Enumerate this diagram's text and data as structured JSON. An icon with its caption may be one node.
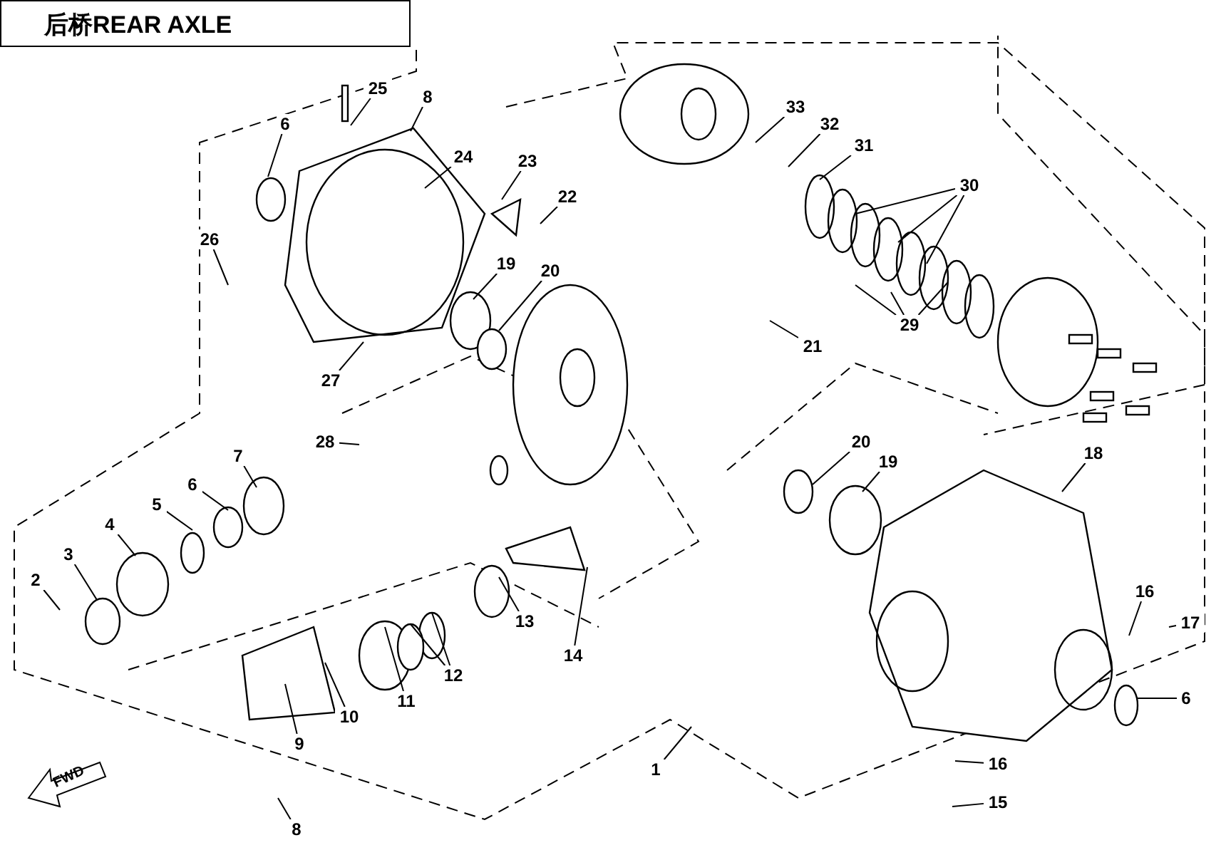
{
  "diagram": {
    "title": "后桥REAR AXLE",
    "nodes": [
      {
        "text": [
          "25"
        ]
      },
      {
        "text": [
          "8"
        ]
      },
      {
        "text": [
          "6"
        ]
      },
      {
        "text": [
          "24"
        ]
      },
      {
        "text": [
          "23"
        ]
      },
      {
        "text": [
          "22"
        ]
      },
      {
        "text": [
          "26"
        ]
      },
      {
        "text": [
          "19"
        ]
      },
      {
        "text": [
          "20"
        ]
      },
      {
        "text": [
          "27"
        ]
      },
      {
        "text": [
          "28"
        ]
      },
      {
        "text": [
          "33"
        ]
      },
      {
        "text": [
          "32"
        ]
      },
      {
        "text": [
          "31"
        ]
      },
      {
        "text": [
          "30"
        ]
      },
      {
        "text": [
          "29"
        ]
      },
      {
        "text": [
          "21"
        ]
      },
      {
        "text": [
          "18"
        ]
      },
      {
        "text": [
          "20"
        ]
      },
      {
        "text": [
          "19"
        ]
      },
      {
        "text": [
          "7"
        ]
      },
      {
        "text": [
          "6"
        ]
      },
      {
        "text": [
          "5"
        ]
      },
      {
        "text": [
          "4"
        ]
      },
      {
        "text": [
          "3"
        ]
      },
      {
        "text": [
          "2"
        ]
      },
      {
        "text": [
          "16"
        ]
      },
      {
        "text": [
          "17"
        ]
      },
      {
        "text": [
          "13"
        ]
      },
      {
        "text": [
          "14"
        ]
      },
      {
        "text": [
          "12"
        ]
      },
      {
        "text": [
          "11"
        ]
      },
      {
        "text": [
          "6"
        ]
      },
      {
        "text": [
          "10"
        ]
      },
      {
        "text": [
          "9"
        ]
      },
      {
        "text": [
          "1"
        ]
      },
      {
        "text": [
          "16"
        ]
      },
      {
        "text": [
          "15"
        ]
      },
      {
        "text": [
          "8"
        ]
      }
    ],
    "edges": [
      {
        "from": 0,
        "to": null,
        "arrow": "none"
      },
      {
        "from": 1,
        "to": null,
        "arrow": "none"
      },
      {
        "from": 2,
        "to": null,
        "arrow": "none"
      },
      {
        "from": 3,
        "to": null,
        "arrow": "none"
      },
      {
        "from": 4,
        "to": null,
        "arrow": "none"
      },
      {
        "from": 5,
        "to": null,
        "arrow": "none"
      },
      {
        "from": 6,
        "to": null,
        "arrow": "none"
      },
      {
        "from": 7,
        "to": null,
        "arrow": "none"
      },
      {
        "from": 8,
        "to": null,
        "arrow": "none"
      },
      {
        "from": 9,
        "to": null,
        "arrow": "none"
      },
      {
        "from": 10,
        "to": null,
        "arrow": "none"
      },
      {
        "from": 11,
        "to": null,
        "arrow": "none"
      },
      {
        "from": 12,
        "to": null,
        "arrow": "none"
      },
      {
        "from": 13,
        "to": null,
        "arrow": "none"
      },
      {
        "from": 14,
        "to": null,
        "arrow": "none"
      },
      {
        "from": 14,
        "to": null,
        "arrow": "none"
      },
      {
        "from": 14,
        "to": null,
        "arrow": "none"
      },
      {
        "from": 15,
        "to": null,
        "arrow": "none"
      },
      {
        "from": 15,
        "to": null,
        "arrow": "none"
      },
      {
        "from": 15,
        "to": null,
        "arrow": "none"
      },
      {
        "from": 16,
        "to": null,
        "arrow": "none"
      },
      {
        "from": 17,
        "to": null,
        "arrow": "none"
      },
      {
        "from": 18,
        "to": null,
        "arrow": "none"
      },
      {
        "from": 19,
        "to": null,
        "arrow": "none"
      },
      {
        "from": 20,
        "to": null,
        "arrow": "none"
      },
      {
        "from": 21,
        "to": null,
        "arrow": "none"
      },
      {
        "from": 22,
        "to": null,
        "arrow": "none"
      },
      {
        "from": 23,
        "to": null,
        "arrow": "none"
      },
      {
        "from": 24,
        "to": null,
        "arrow": "none"
      },
      {
        "from": 25,
        "to": null,
        "arrow": "none"
      },
      {
        "from": 26,
        "to": null,
        "arrow": "none"
      },
      {
        "from": 27,
        "to": null,
        "arrow": "none"
      },
      {
        "from": 28,
        "to": null,
        "arrow": "none"
      },
      {
        "from": 29,
        "to": null,
        "arrow": "none"
      },
      {
        "from": 30,
        "to": null,
        "arrow": "none"
      },
      {
        "from": 30,
        "to": null,
        "arrow": "none"
      },
      {
        "from": 31,
        "to": null,
        "arrow": "none"
      },
      {
        "from": 32,
        "to": null,
        "arrow": "none"
      },
      {
        "from": 33,
        "to": null,
        "arrow": "none"
      },
      {
        "from": 34,
        "to": null,
        "arrow": "none"
      },
      {
        "from": 35,
        "to": null,
        "arrow": "none"
      },
      {
        "from": 36,
        "to": null,
        "arrow": "none"
      },
      {
        "from": 37,
        "to": null,
        "arrow": "none"
      },
      {
        "from": 38,
        "to": null,
        "arrow": "none"
      }
    ],
    "labels": [
      "FWD"
    ]
  }
}
